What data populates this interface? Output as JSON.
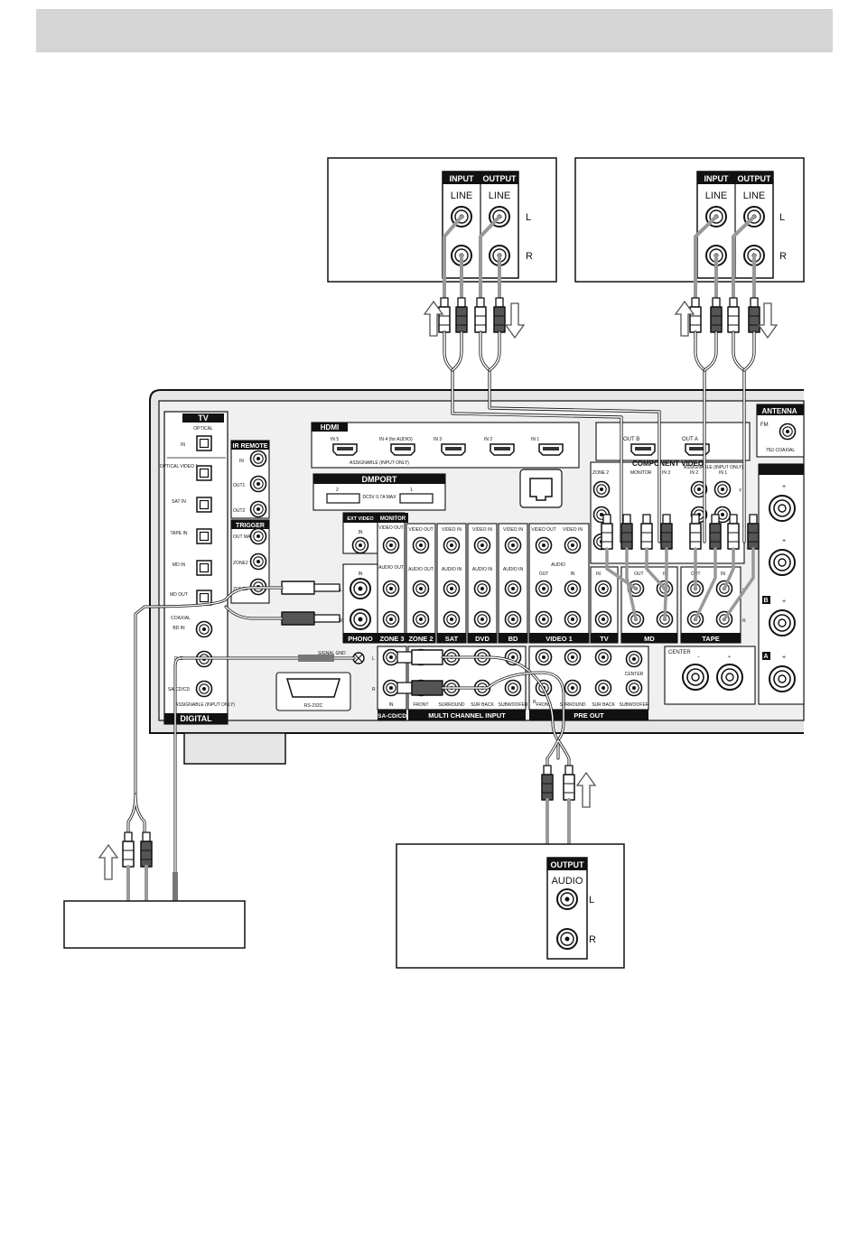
{
  "devices": {
    "tape_deck_1": {
      "input_header": "INPUT",
      "output_header": "OUTPUT",
      "input_line": "LINE",
      "output_line": "LINE",
      "ch_l": "L",
      "ch_r": "R"
    },
    "tape_deck_2": {
      "input_header": "INPUT",
      "output_header": "OUTPUT",
      "input_line": "LINE",
      "output_line": "LINE",
      "ch_l": "L",
      "ch_r": "R"
    },
    "sacd_player": {
      "output_header": "OUTPUT",
      "audio": "AUDIO",
      "ch_l": "L",
      "ch_r": "R"
    }
  },
  "receiver": {
    "tv": "TV",
    "optical": "OPTICAL",
    "in": "IN",
    "optical_video1": "OPTICAL VIDEO 1",
    "sat_in": "SAT IN",
    "tape_in": "TAPE IN",
    "md_in": "MD IN",
    "md_out": "MD OUT",
    "coaxial": "COAXIAL",
    "bd_in": "BD IN",
    "dvd_in": "DVD",
    "sacd_cd": "SA-CD/CD",
    "assignable_input_only": "ASSIGNABLE (INPUT ONLY)",
    "digital": "DIGITAL",
    "ir_remote": "IR REMOTE",
    "ir_in": "IN",
    "ir_out1": "OUT1",
    "ir_out2": "OUT2",
    "trigger": "TRIGGER",
    "trigger_main": "OUT MAIN",
    "zone2": "ZONE2",
    "zone3": "ZONE3",
    "hdmi": "HDMI",
    "hdmi_in5": "IN 5",
    "hdmi_in4": "IN 4 (for AUDIO)",
    "hdmi_in3": "IN 3",
    "hdmi_in2": "IN 2",
    "hdmi_in1": "IN 1",
    "hdmi_out_b": "OUT B",
    "hdmi_out_a": "OUT A",
    "hdmi_assignable": "ASSIGNABLE (INPUT ONLY)",
    "dmport": "DMPORT",
    "dmport_2": "2",
    "dmport_1": "1",
    "dmport_power": "DC5V 0.7A MAX",
    "component_video": "COMPONENT VIDEO",
    "comp_zone": "ZONE 2",
    "comp_monitor": "MONITOR",
    "comp_in3": "IN 3",
    "comp_in2": "IN 2",
    "comp_in1": "IN 1",
    "comp_assignable": "ASSIGNABLE (INPUT ONLY)",
    "comp_y": "Y",
    "antenna": "ANTENNA",
    "fm": "FM",
    "fm_coaxial": "75Ω COAXIAL",
    "ext_video": "EXT VIDEO",
    "monitor": "MONITOR",
    "video_out": "VIDEO OUT",
    "audio_out": "AUDIO OUT",
    "video_in": "VIDEO IN",
    "audio_in": "AUDIO IN",
    "audio": "AUDIO",
    "out": "OUT",
    "phono": "PHONO",
    "zone3_label": "ZONE 3",
    "zone2_label": "ZONE 2",
    "sat": "SAT",
    "dvd": "DVD",
    "bd": "BD",
    "video1": "VIDEO 1",
    "tv_bottom": "TV",
    "md": "MD",
    "tape": "TAPE",
    "signal_gnd": "SIGNAL GND",
    "rs232c": "RS-232C",
    "sacd_badge": "SA-CD/CD",
    "front": "FRONT",
    "surround": "SURROUND",
    "sur_back": "SUR BACK",
    "subwoofer": "SUBWOOFER",
    "center": "CENTER",
    "multi_channel_input": "MULTI CHANNEL INPUT",
    "pre_out": "PRE OUT",
    "ch_l": "L",
    "ch_r": "R",
    "plus": "+",
    "minus": "−",
    "speaker_a": "A",
    "speaker_b": "B"
  }
}
